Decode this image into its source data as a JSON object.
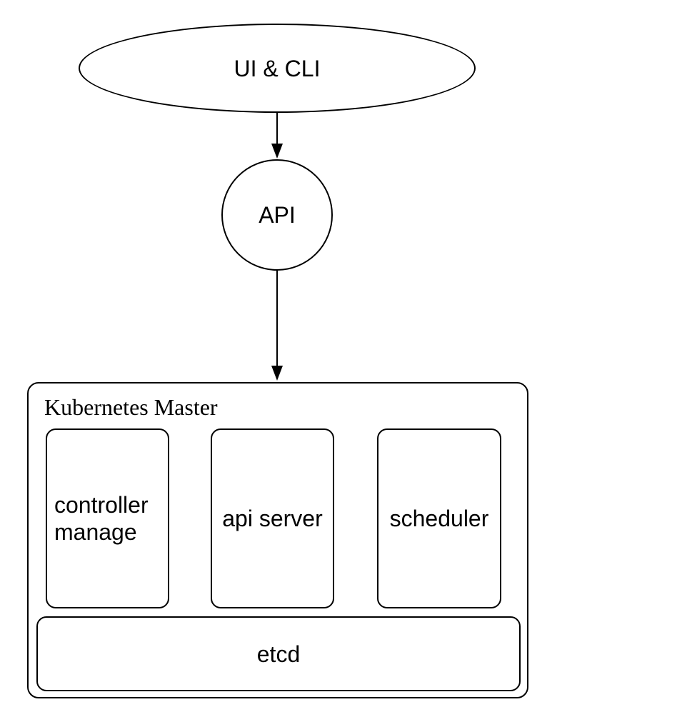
{
  "diagram": {
    "nodes": {
      "ui_cli": {
        "label": "UI & CLI"
      },
      "api": {
        "label": "API"
      },
      "master": {
        "title": "Kubernetes Master",
        "components": [
          {
            "id": "controller-manager",
            "label": "controller manage"
          },
          {
            "id": "api-server",
            "label": "api server"
          },
          {
            "id": "scheduler",
            "label": "scheduler"
          }
        ],
        "datastore": {
          "label": "etcd"
        }
      }
    },
    "edges": [
      {
        "from": "ui_cli",
        "to": "api"
      },
      {
        "from": "api",
        "to": "master"
      }
    ],
    "colors": {
      "stroke": "#000000",
      "background": "#ffffff",
      "text": "#000000"
    }
  }
}
